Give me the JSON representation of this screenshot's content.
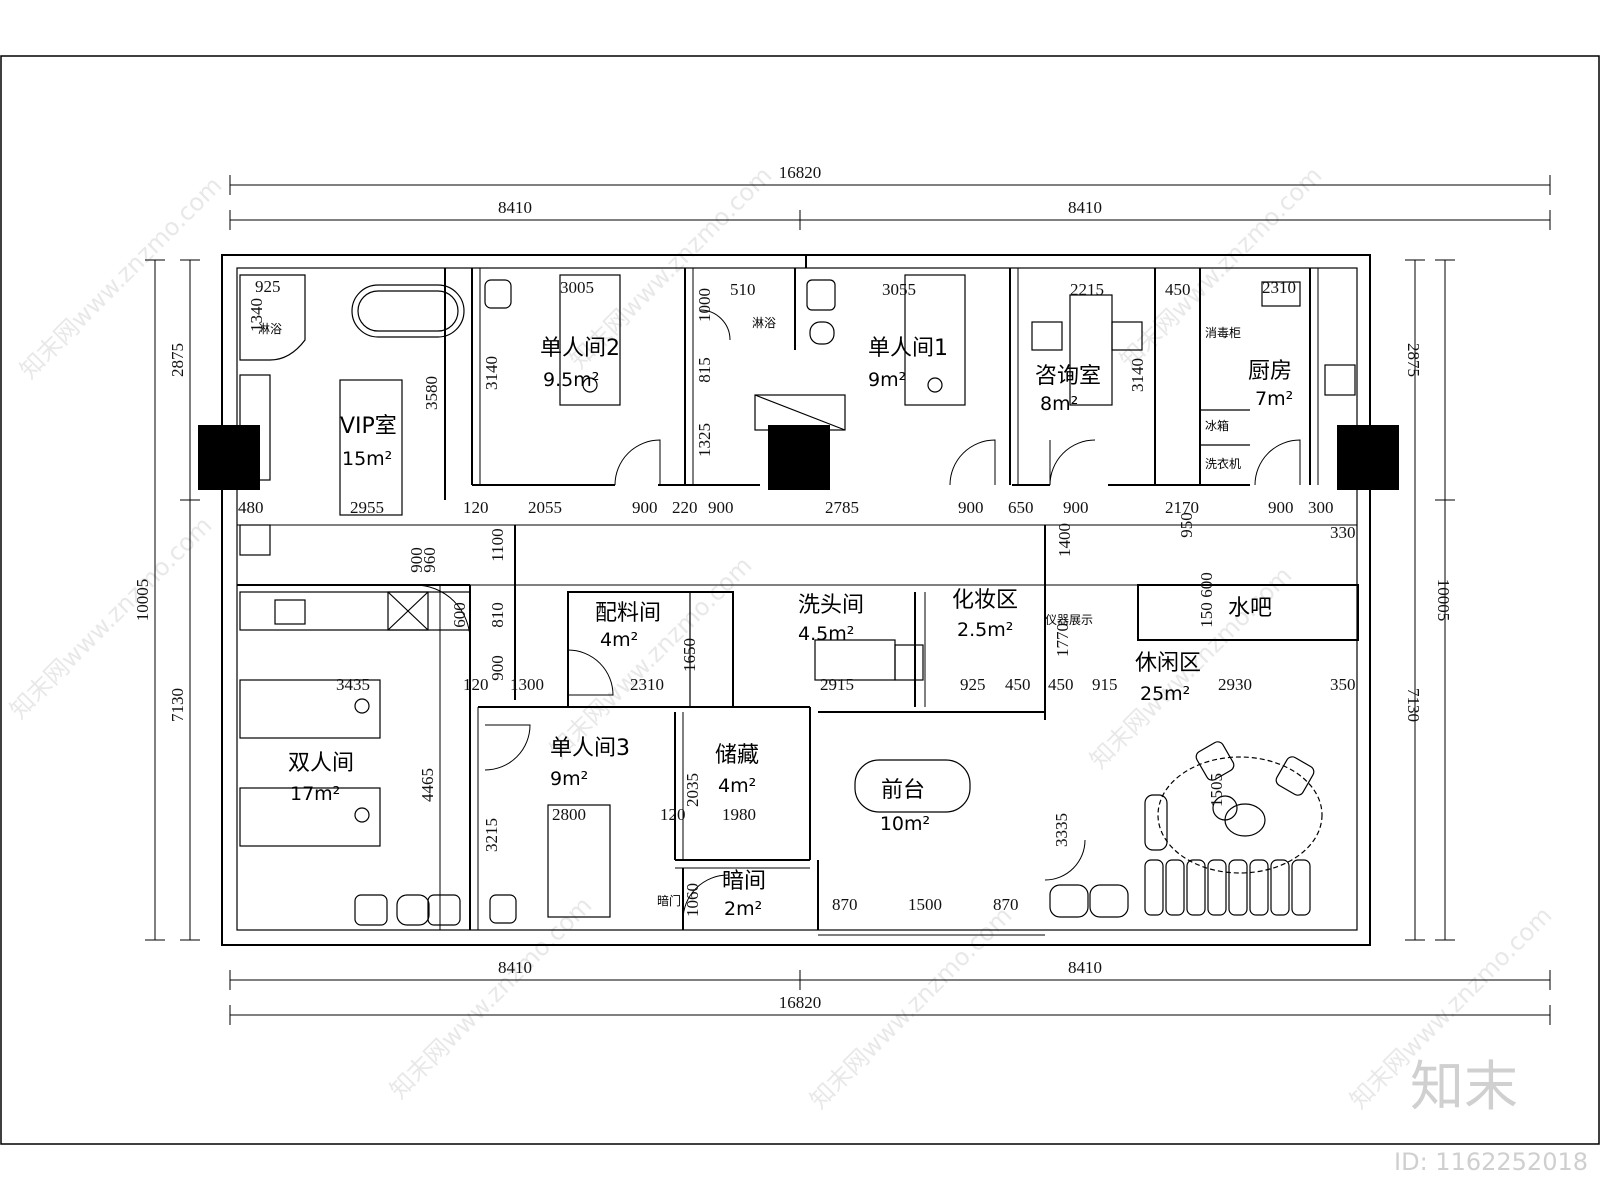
{
  "plan": {
    "dimensions_top": {
      "total": "16820",
      "left_half": "8410",
      "right_half": "8410"
    },
    "dimensions_bottom": {
      "left_half": "8410",
      "right_half": "8410",
      "total": "16820"
    },
    "dimensions_side": {
      "left_total": "10005",
      "left_upper": "2875",
      "left_lower": "7130",
      "right_total": "10005",
      "right_upper": "2875",
      "right_lower": "7130"
    },
    "rooms": [
      {
        "name": "VIP室",
        "area": "15m²"
      },
      {
        "name": "单人间2",
        "area": "9.5m²"
      },
      {
        "name": "单人间1",
        "area": "9m²"
      },
      {
        "name": "咨询室",
        "area": "8m²"
      },
      {
        "name": "厨房",
        "area": "7m²"
      },
      {
        "name": "配料间",
        "area": "4m²"
      },
      {
        "name": "洗头间",
        "area": "4.5m²"
      },
      {
        "name": "化妆区",
        "area": "2.5m²"
      },
      {
        "name": "水吧",
        "area": ""
      },
      {
        "name": "休闲区",
        "area": "25m²"
      },
      {
        "name": "双人间",
        "area": "17m²"
      },
      {
        "name": "单人间3",
        "area": "9m²"
      },
      {
        "name": "储藏",
        "area": "4m²"
      },
      {
        "name": "前台",
        "area": "10m²"
      },
      {
        "name": "暗间",
        "area": "2m²"
      }
    ],
    "fixture_labels": {
      "shower_a": "淋浴",
      "shower_b": "淋浴",
      "disinfect_cabinet": "消毒柜",
      "fridge": "冰箱",
      "washer": "洗衣机",
      "instrument_display": "仪器展示",
      "hidden_door": "暗门"
    },
    "inner_dims": {
      "top_row_widths": [
        "925",
        "3005",
        "510",
        "3055",
        "2215",
        "450",
        "2310"
      ],
      "top_row_heights": [
        "1340",
        "3580",
        "3140",
        "1000",
        "815",
        "1325",
        "3140"
      ],
      "corridor_widths": [
        "480",
        "2955",
        "120",
        "2055",
        "900",
        "220",
        "900",
        "2785",
        "900",
        "650",
        "900",
        "2170",
        "900",
        "300"
      ],
      "corridor_heights": [
        "1100",
        "960",
        "900",
        "1400",
        "950",
        "330",
        "810",
        "600",
        "600",
        "150",
        "1650",
        "1770"
      ],
      "mid_row_widths": [
        "120",
        "1300",
        "2310",
        "2915",
        "925",
        "450",
        "450",
        "915",
        "2930",
        "350",
        "3435"
      ],
      "mid_row_heights": [
        "900"
      ],
      "lower_widths": [
        "2800",
        "120",
        "1980",
        "870",
        "1500",
        "870"
      ],
      "lower_heights": [
        "4465",
        "3215",
        "2035",
        "1060",
        "3335",
        "1505"
      ]
    }
  },
  "watermark": {
    "site": "知末网www.znzmo.com",
    "logo": "知末",
    "id_label": "ID: 1162252018"
  }
}
